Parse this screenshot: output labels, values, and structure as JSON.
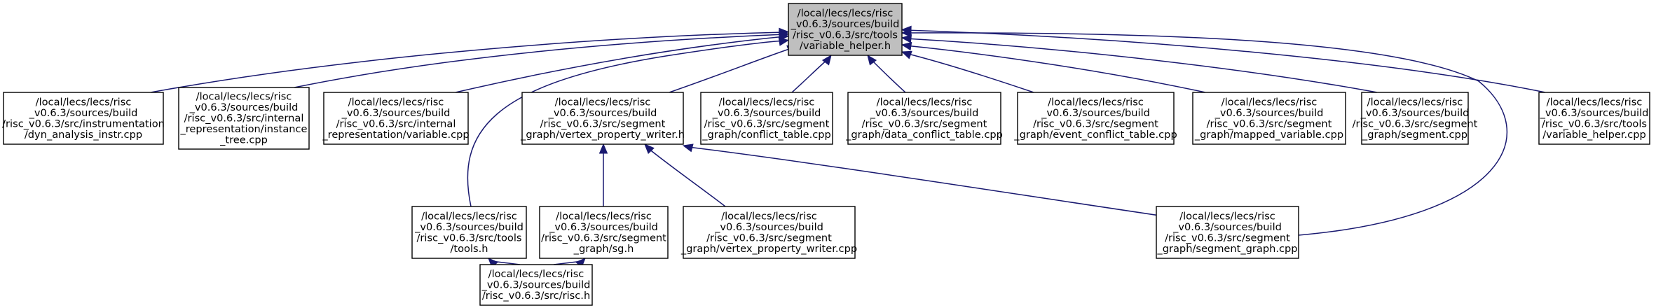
{
  "diagram": {
    "type": "include-dependency-graph",
    "nodes": [
      {
        "id": "root",
        "lines": [
          "/local/lecs/lecs/risc",
          "_v0.6.3/sources/build",
          "/risc_v0.6.3/src/tools",
          "/variable_helper.h"
        ]
      },
      {
        "id": "dyn",
        "lines": [
          "/local/lecs/lecs/risc",
          "_v0.6.3/sources/build",
          "/risc_v0.6.3/src/instrumentation",
          "/dyn_analysis_instr.cpp"
        ]
      },
      {
        "id": "inst",
        "lines": [
          "/local/lecs/lecs/risc",
          "_v0.6.3/sources/build",
          "/risc_v0.6.3/src/internal",
          "_representation/instance",
          "_tree.cpp"
        ]
      },
      {
        "id": "var",
        "lines": [
          "/local/lecs/lecs/risc",
          "_v0.6.3/sources/build",
          "/risc_v0.6.3/src/internal",
          "_representation/variable.cpp"
        ]
      },
      {
        "id": "vpwh",
        "lines": [
          "/local/lecs/lecs/risc",
          "_v0.6.3/sources/build",
          "/risc_v0.6.3/src/segment",
          "_graph/vertex_property_writer.h"
        ]
      },
      {
        "id": "ct",
        "lines": [
          "/local/lecs/lecs/risc",
          "_v0.6.3/sources/build",
          "/risc_v0.6.3/src/segment",
          "_graph/conflict_table.cpp"
        ]
      },
      {
        "id": "dct",
        "lines": [
          "/local/lecs/lecs/risc",
          "_v0.6.3/sources/build",
          "/risc_v0.6.3/src/segment",
          "_graph/data_conflict_table.cpp"
        ]
      },
      {
        "id": "ect",
        "lines": [
          "/local/lecs/lecs/risc",
          "_v0.6.3/sources/build",
          "/risc_v0.6.3/src/segment",
          "_graph/event_conflict_table.cpp"
        ]
      },
      {
        "id": "mv",
        "lines": [
          "/local/lecs/lecs/risc",
          "_v0.6.3/sources/build",
          "/risc_v0.6.3/src/segment",
          "_graph/mapped_variable.cpp"
        ]
      },
      {
        "id": "seg",
        "lines": [
          "/local/lecs/lecs/risc",
          "_v0.6.3/sources/build",
          "/risc_v0.6.3/src/segment",
          "_graph/segment.cpp"
        ]
      },
      {
        "id": "vhcpp",
        "lines": [
          "/local/lecs/lecs/risc",
          "_v0.6.3/sources/build",
          "/risc_v0.6.3/src/tools",
          "/variable_helper.cpp"
        ]
      },
      {
        "id": "tools",
        "lines": [
          "/local/lecs/lecs/risc",
          "_v0.6.3/sources/build",
          "/risc_v0.6.3/src/tools",
          "/tools.h"
        ]
      },
      {
        "id": "sg",
        "lines": [
          "/local/lecs/lecs/risc",
          "_v0.6.3/sources/build",
          "/risc_v0.6.3/src/segment",
          "_graph/sg.h"
        ]
      },
      {
        "id": "vpwcpp",
        "lines": [
          "/local/lecs/lecs/risc",
          "_v0.6.3/sources/build",
          "/risc_v0.6.3/src/segment",
          "_graph/vertex_property_writer.cpp"
        ]
      },
      {
        "id": "sgcpp",
        "lines": [
          "/local/lecs/lecs/risc",
          "_v0.6.3/sources/build",
          "/risc_v0.6.3/src/segment",
          "_graph/segment_graph.cpp"
        ]
      },
      {
        "id": "risch",
        "lines": [
          "/local/lecs/lecs/risc",
          "_v0.6.3/sources/build",
          "/risc_v0.6.3/src/risc.h"
        ]
      }
    ],
    "edges": [
      {
        "from": "dyn",
        "to": "root"
      },
      {
        "from": "inst",
        "to": "root"
      },
      {
        "from": "var",
        "to": "root"
      },
      {
        "from": "tools",
        "to": "root"
      },
      {
        "from": "vpwh",
        "to": "root"
      },
      {
        "from": "ct",
        "to": "root"
      },
      {
        "from": "dct",
        "to": "root"
      },
      {
        "from": "ect",
        "to": "root"
      },
      {
        "from": "mv",
        "to": "root"
      },
      {
        "from": "seg",
        "to": "root"
      },
      {
        "from": "sgcpp",
        "to": "root"
      },
      {
        "from": "vhcpp",
        "to": "root"
      },
      {
        "from": "sg",
        "to": "vpwh"
      },
      {
        "from": "vpwcpp",
        "to": "vpwh"
      },
      {
        "from": "sgcpp",
        "to": "vpwh"
      },
      {
        "from": "risch",
        "to": "tools"
      },
      {
        "from": "risch",
        "to": "sg"
      }
    ],
    "colors": {
      "root_fill": "#bfbfbf",
      "node_fill": "#ffffff",
      "edge": "#191970"
    }
  }
}
